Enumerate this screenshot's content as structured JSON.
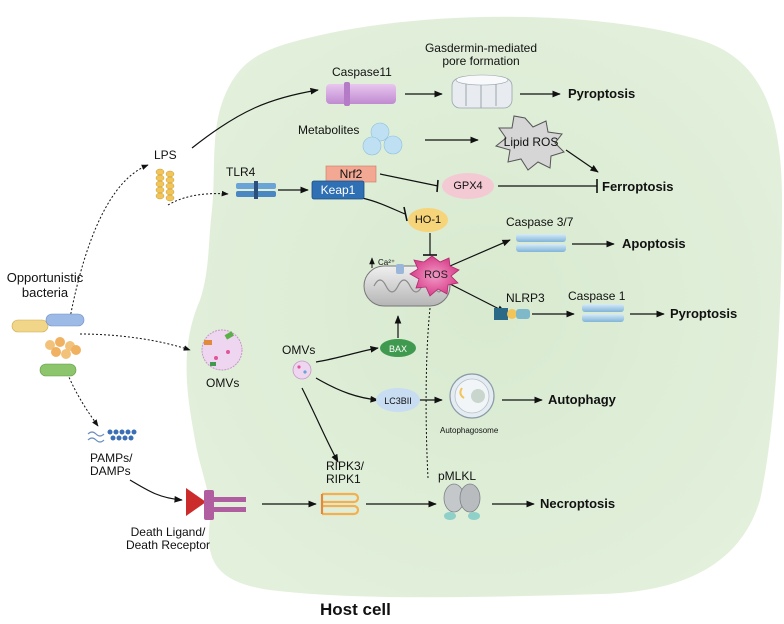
{
  "labels": {
    "bacteria": "Opportunistic\nbacteria",
    "lps": "LPS",
    "tlr4": "TLR4",
    "caspase11": "Caspase11",
    "gasdermin": "Gasdermin-mediated\npore formation",
    "pyroptosis_top": "Pyroptosis",
    "metabolites": "Metabolites",
    "lipid_ros": "Lipid ROS",
    "nrf2": "Nrf2",
    "keap1": "Keap1",
    "gpx4": "GPX4",
    "ferroptosis": "Ferroptosis",
    "ho1": "HO-1",
    "calcium": "Ca²⁺",
    "ros": "ROS",
    "caspase37": "Caspase 3/7",
    "apoptosis": "Apoptosis",
    "nlrp3": "NLRP3",
    "caspase1": "Caspase 1",
    "pyroptosis_mid": "Pyroptosis",
    "omvs_left": "OMVs",
    "omvs_inner": "OMVs",
    "bax": "BAX",
    "lc3bii": "LC3BII",
    "autophagosome": "Autophagosome",
    "autophagy": "Autophagy",
    "pamps": "PAMPs/\nDAMPs",
    "death_ligand": "Death Ligand/\nDeath Receptor",
    "ripk": "RIPK3/\nRIPK1",
    "pmlkl": "pMLKL",
    "necroptosis": "Necroptosis",
    "host_cell": "Host cell"
  },
  "colors": {
    "cell": "#dcebd3",
    "caspase11": "#d6a9e0",
    "caspase_blue": "#a9cde6",
    "nrf2": "#f3a894",
    "keap1": "#2f6fb3",
    "gpx4": "#f3c9d4",
    "ho1": "#f6d47a",
    "ros": "#e0559b",
    "bax": "#3f9a4f",
    "lc3bii": "#c8dcf2",
    "death_receptor": "#b05ea0",
    "death_ligand": "#cc2b2b",
    "pmlkl": "#b8bcbf",
    "lps": "#f2c55a",
    "omv": "#e9c6ea"
  },
  "icons": [
    "bacteria-cluster-icon",
    "lps-chain-icon",
    "tlr4-receptor-icon",
    "caspase11-icon",
    "gasdermin-pore-icon",
    "metabolites-icon",
    "lipid-ros-burst-icon",
    "mitochondrion-icon",
    "omv-vesicle-icon",
    "pamps-molecules-icon",
    "death-receptor-icon",
    "ripk-icon",
    "pmlkl-icon",
    "autophagosome-icon",
    "nlrp3-icon"
  ]
}
